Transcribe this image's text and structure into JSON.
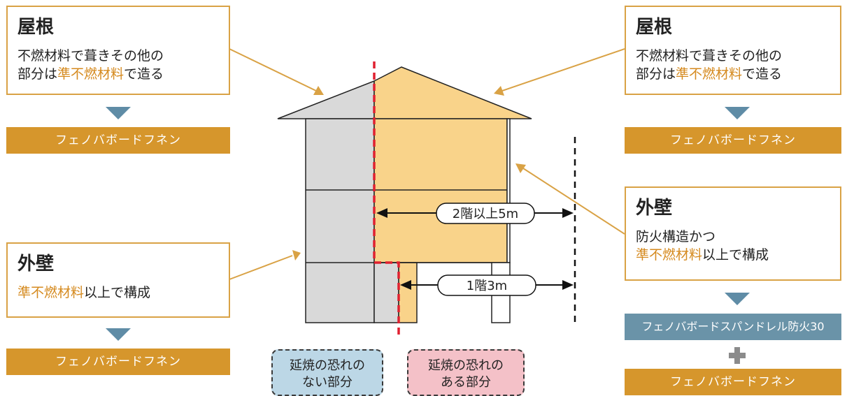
{
  "left": {
    "roof": {
      "title": "屋根",
      "line1": "不燃材料で葺きその他の",
      "line2_pre": "部分は",
      "line2_hl": "準不燃材料",
      "line2_post": "で造る",
      "product": "フェノバボードフネン"
    },
    "wall": {
      "title": "外壁",
      "line1_hl": "準不燃材料",
      "line1_post": "以上で構成",
      "product": "フェノバボードフネン"
    }
  },
  "right": {
    "roof": {
      "title": "屋根",
      "line1": "不燃材料で葺きその他の",
      "line2_pre": "部分は",
      "line2_hl": "準不燃材料",
      "line2_post": "で造る",
      "product": "フェノバボードフネン"
    },
    "wall": {
      "title": "外壁",
      "line1": "防火構造かつ",
      "line2_hl": "準不燃材料",
      "line2_post": "以上で構成",
      "product1": "フェノバボードスパンドレル防火30",
      "product2": "フェノバボードフネン"
    }
  },
  "diagram": {
    "dim_upper": "2階以上5m",
    "dim_lower": "1階3m"
  },
  "legend": {
    "no_risk_line1": "延焼の恐れの",
    "no_risk_line2": "ない部分",
    "risk_line1": "延焼の恐れの",
    "risk_line2": "ある部分"
  },
  "colors": {
    "orange_band": "#d6962c",
    "blue_band": "#6a93a8",
    "highlight_text": "#d58a1f",
    "house_gray": "#d9d9d9",
    "house_orange": "#f9d38a",
    "legend_blue": "#bcd7e6",
    "legend_pink": "#f4c1c8",
    "boundary_red": "#e02030",
    "arrow": "#d9a245"
  }
}
